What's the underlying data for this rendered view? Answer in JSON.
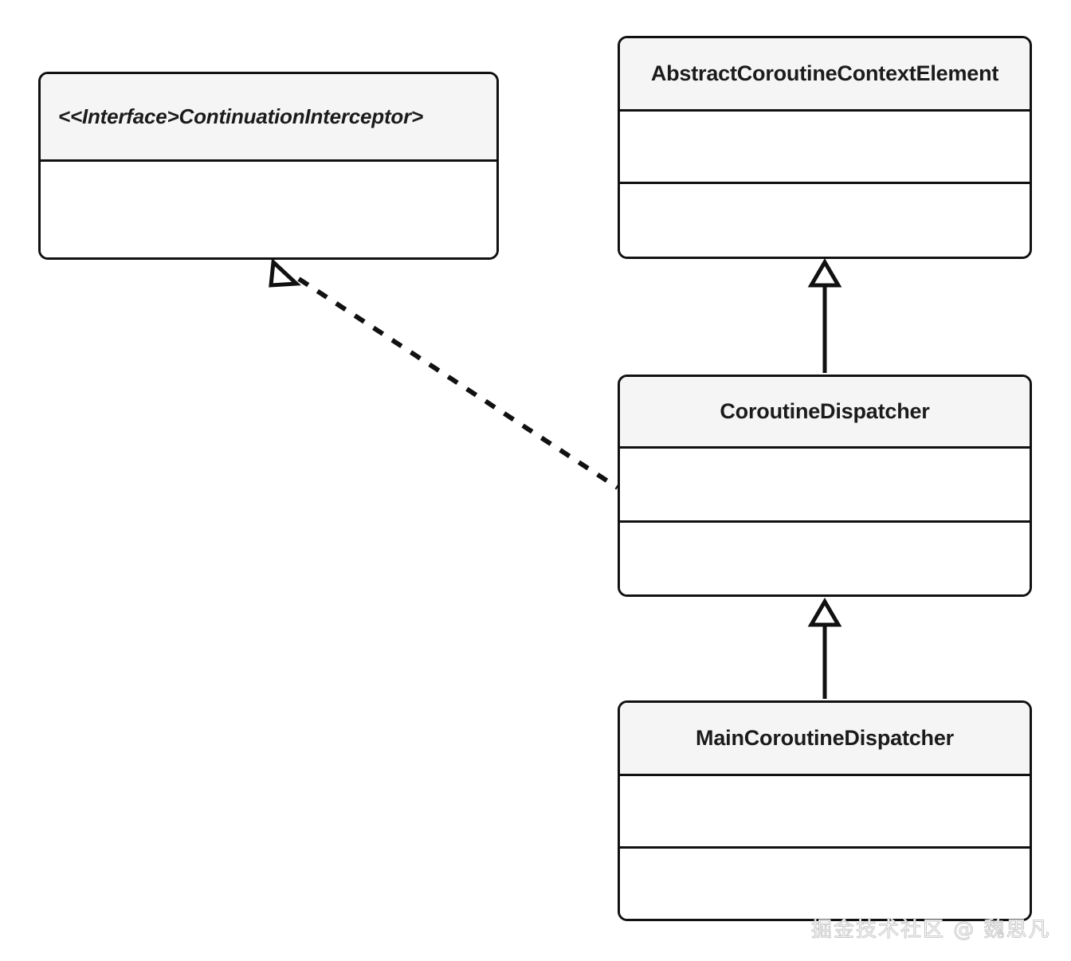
{
  "diagram": {
    "type": "uml-class-diagram",
    "background_color": "#ffffff",
    "line_color": "#111111",
    "title_fill": "#f5f5f5",
    "body_fill": "#ffffff",
    "classes": [
      {
        "id": "continuation-interceptor",
        "name": "<<Interface>ContinuationInterceptor>",
        "stereotype": "Interface",
        "italic": true,
        "attributes": [],
        "operations": [],
        "compartments": 2
      },
      {
        "id": "abstract-coroutine-context-element",
        "name": "AbstractCoroutineContextElement",
        "italic": false,
        "attributes": [],
        "operations": [],
        "compartments": 3
      },
      {
        "id": "coroutine-dispatcher",
        "name": "CoroutineDispatcher",
        "italic": false,
        "attributes": [],
        "operations": [],
        "compartments": 3
      },
      {
        "id": "main-coroutine-dispatcher",
        "name": "MainCoroutineDispatcher",
        "italic": false,
        "attributes": [],
        "operations": [],
        "compartments": 3
      }
    ],
    "relationships": [
      {
        "id": "realization-dispatcher-implements-interceptor",
        "kind": "realization",
        "line_style": "dashed",
        "arrowhead": "hollow-triangle",
        "from": "coroutine-dispatcher",
        "to": "continuation-interceptor"
      },
      {
        "id": "generalization-dispatcher-extends-context-element",
        "kind": "generalization",
        "line_style": "solid",
        "arrowhead": "hollow-triangle",
        "from": "coroutine-dispatcher",
        "to": "abstract-coroutine-context-element"
      },
      {
        "id": "generalization-main-extends-dispatcher",
        "kind": "generalization",
        "line_style": "solid",
        "arrowhead": "hollow-triangle",
        "from": "main-coroutine-dispatcher",
        "to": "coroutine-dispatcher"
      }
    ]
  },
  "watermark": {
    "text": "掘金技术社区 @ 魏思凡",
    "color": "#c9c9c9"
  }
}
